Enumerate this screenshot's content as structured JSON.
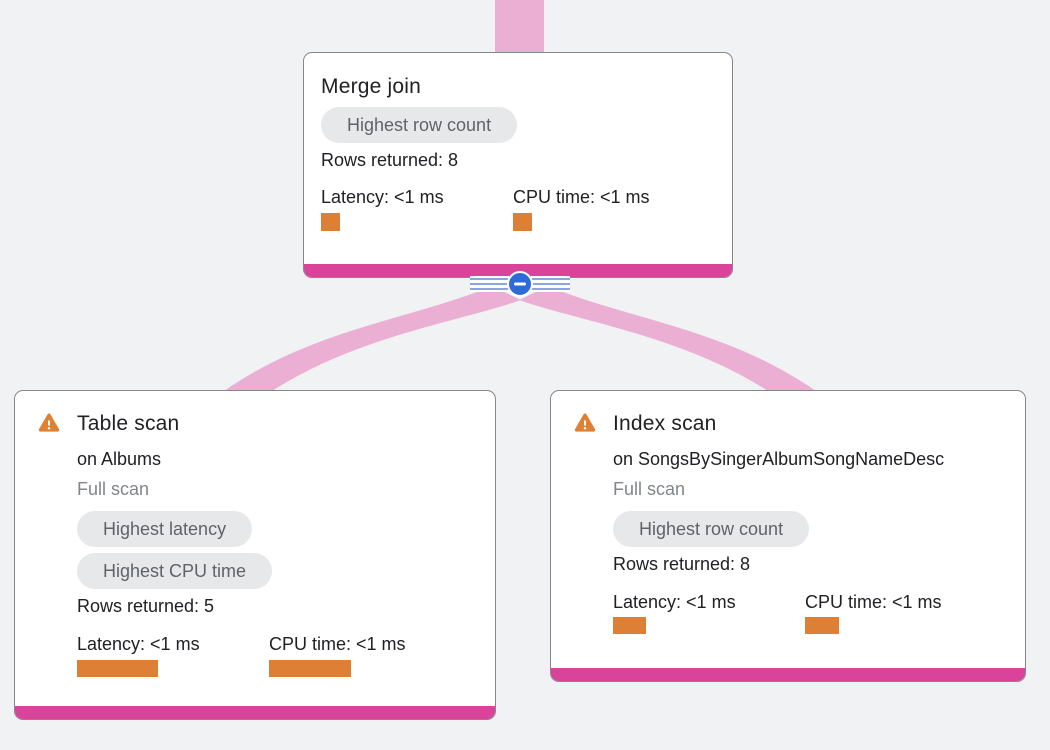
{
  "colors": {
    "background": "#f0f2f4",
    "card_bg": "#ffffff",
    "card_border": "#83888d",
    "accent_bar": "#d9449a",
    "edge_pink": "#ecafd4",
    "metric_orange": "#dd8035",
    "warning_orange": "#e08030",
    "badge_bg": "#e7e8ea",
    "badge_text": "#5f6368",
    "text_primary": "#202124",
    "text_secondary": "#80868b",
    "collapse_blue": "#2f6bd8",
    "stripe_blue": "#8aa5de"
  },
  "icons": {
    "warning": "warning-triangle",
    "collapse_button": "minus-circle",
    "edge_stripes": "parallel-lines"
  },
  "nodes": {
    "merge_join": {
      "title": "Merge join",
      "badges": [
        "Highest row count"
      ],
      "rows_returned": "Rows returned: 8",
      "latency": "Latency: <1 ms",
      "cpu_time": "CPU time: <1 ms"
    },
    "table_scan": {
      "title": "Table scan",
      "target": "on Albums",
      "scan_type": "Full scan",
      "badges": [
        "Highest latency",
        "Highest CPU time"
      ],
      "rows_returned": "Rows returned: 5",
      "latency": "Latency: <1 ms",
      "cpu_time": "CPU time: <1 ms"
    },
    "index_scan": {
      "title": "Index scan",
      "target": "on SongsBySingerAlbumSongNameDesc",
      "scan_type": "Full scan",
      "badges": [
        "Highest row count"
      ],
      "rows_returned": "Rows returned: 8",
      "latency": "Latency: <1 ms",
      "cpu_time": "CPU time: <1 ms"
    }
  }
}
